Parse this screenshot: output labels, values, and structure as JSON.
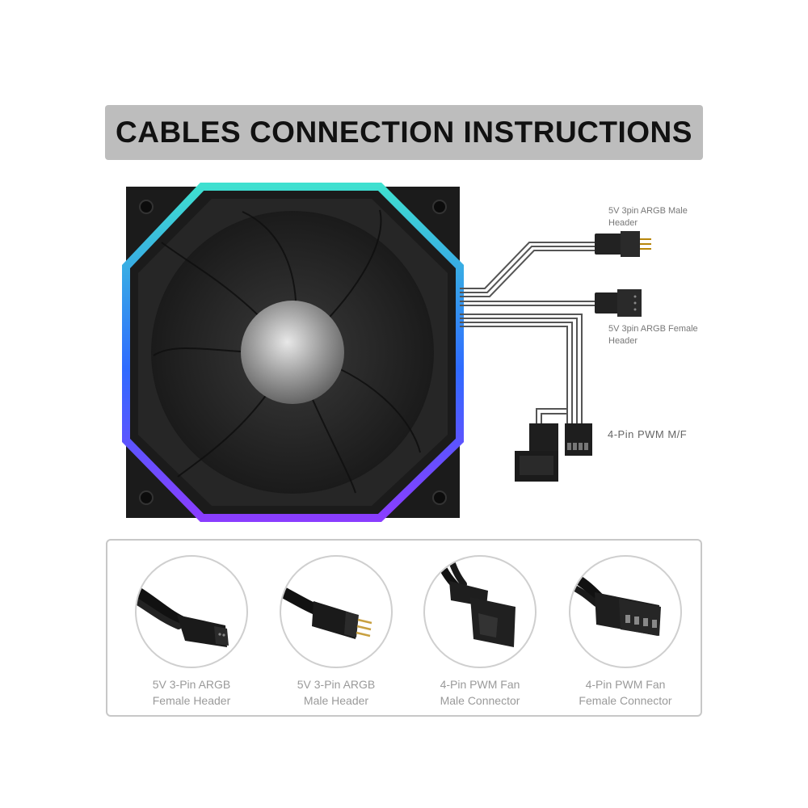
{
  "title": "CABLES CONNECTION INSTRUCTIONS",
  "cable_labels": {
    "argb_male": [
      "5V 3pin ARGB Male",
      "Header"
    ],
    "argb_female": [
      "5V 3pin ARGB Female",
      "Header"
    ],
    "pwm": "4-Pin PWM M/F"
  },
  "connectors": [
    {
      "icon": "argb-female-header-icon",
      "line1": "5V 3-Pin ARGB",
      "line2": "Female Header"
    },
    {
      "icon": "argb-male-header-icon",
      "line1": "5V 3-Pin ARGB",
      "line2": "Male Header"
    },
    {
      "icon": "pwm-male-connector-icon",
      "line1": "4-Pin PWM Fan",
      "line2": "Male Connector"
    },
    {
      "icon": "pwm-female-connector-icon",
      "line1": "4-Pin PWM Fan",
      "line2": "Female Connector"
    }
  ],
  "colors": {
    "title_bar": "#bdbdbd",
    "fan_frame": "#1a1a1a",
    "led_top": "#3fe0d0",
    "led_mid": "#2f6bff",
    "led_bottom": "#8a3dff"
  }
}
